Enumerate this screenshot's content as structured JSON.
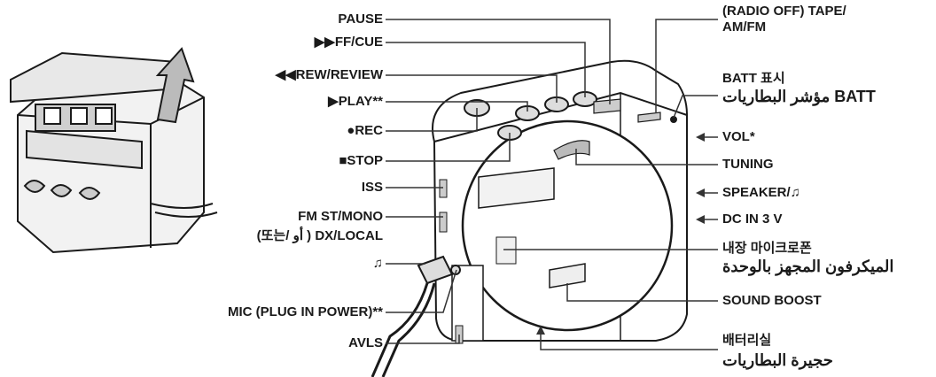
{
  "labels_left": {
    "pause": "PAUSE",
    "ff_cue": "▶▶FF/CUE",
    "rew_review": "◀◀REW/REVIEW",
    "play": "▶PLAY**",
    "rec": "●REC",
    "stop": "■STOP",
    "iss": "ISS",
    "fm_st_mono": "FM ST/MONO",
    "dx_local": "(또는/ أو ) DX/LOCAL",
    "headphones": "♫",
    "mic_plug": "MIC (PLUG IN POWER)**",
    "avls": "AVLS"
  },
  "labels_right": {
    "radio_off_l1": "(RADIO OFF) TAPE/",
    "radio_off_l2": "AM/FM",
    "batt_ko": "BATT 표시",
    "batt_ar": "مؤشر البطاريات BATT",
    "vol": "VOL*",
    "tuning": "TUNING",
    "speaker": "SPEAKER/♫",
    "dc_in": "DC IN 3 V",
    "mic_ko": "내장 마이크로폰",
    "mic_ar": "الميكرفون المجهز بالوحدة",
    "sound_boost": "SOUND BOOST",
    "battery_ko": "배터리실",
    "battery_ar": "حجيرة البطاريات"
  },
  "colors": {
    "ink": "#1a1a1a",
    "leader": "#333333",
    "shade": "#d0d0d0"
  }
}
